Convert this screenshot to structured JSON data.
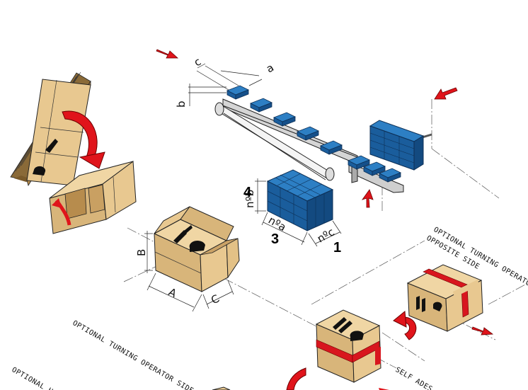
{
  "labels": {
    "c": "c",
    "a": "a",
    "b": "b",
    "step4": "4",
    "nb": "nºb",
    "na": "nºa",
    "step3": "3",
    "nc": "nºc",
    "step1": "1",
    "B": "B",
    "A": "A",
    "C": "C"
  },
  "notes": {
    "opposite_line1": "OPTIONAL TURNING OPERATOR",
    "opposite_line2": "OPPOSITE SIDE",
    "operator_side": "OPTIONAL TURNING OPERATOR SIDE",
    "operator_side_2": "OPTIONAL H",
    "self_adhesive": "SELF ADES"
  },
  "colors": {
    "cardboard": "#e8c890",
    "cardboard_dark": "#c9a062",
    "cardboard_shade": "#d8b57a",
    "product_blue": "#1f6fb4",
    "product_blue_dark": "#134a80",
    "arrow_red": "#e0141b",
    "tape_red": "#d8161e",
    "belt": "#f4f4f4"
  },
  "icons": [
    "red-direction-arrow",
    "curved-turn-arrow",
    "fragile-glass-icon",
    "this-side-up-icon"
  ]
}
